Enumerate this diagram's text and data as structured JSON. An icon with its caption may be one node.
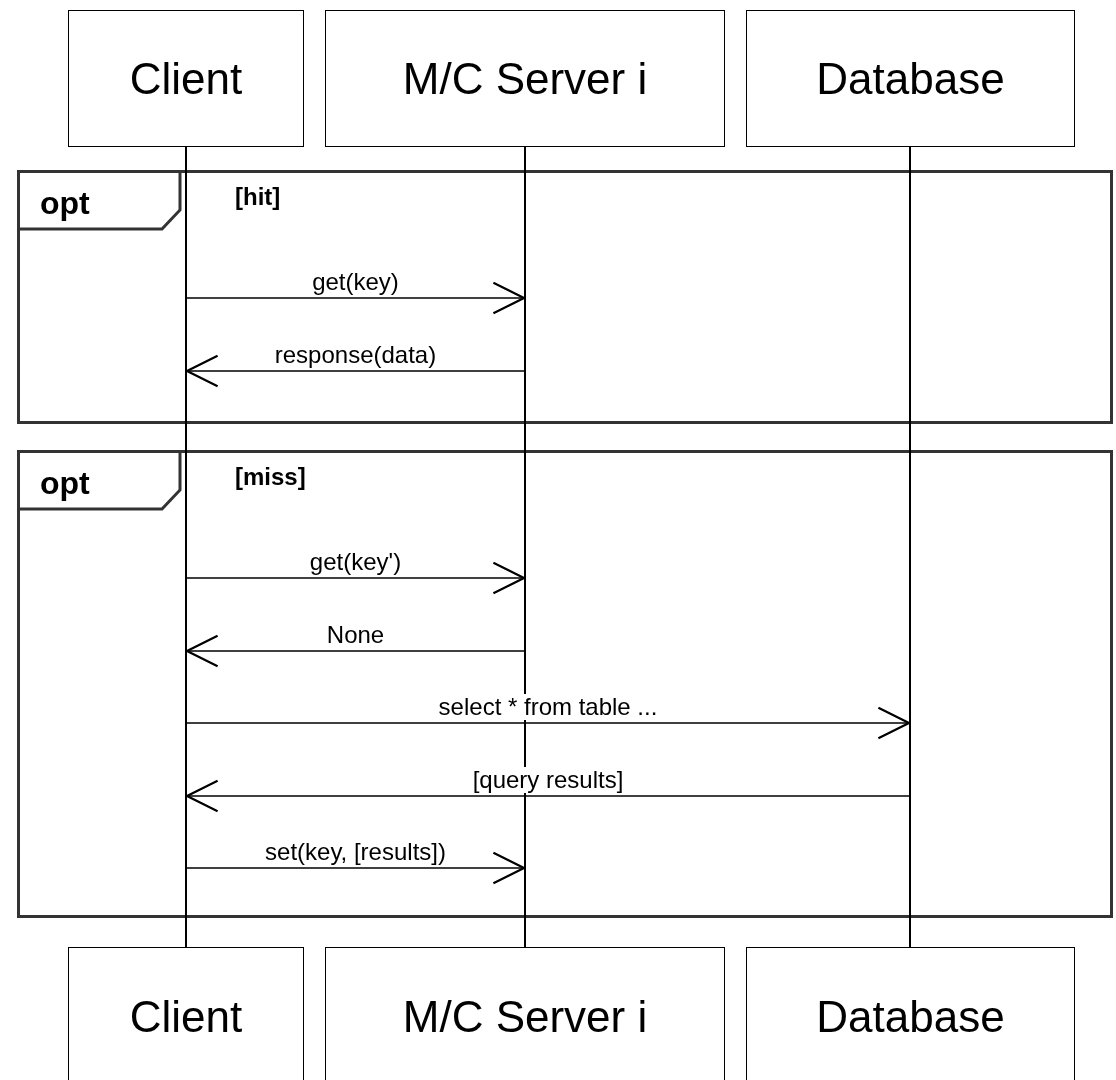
{
  "diagram": {
    "nodes": [
      {
        "text": [
          "Client"
        ]
      },
      {
        "text": [
          "M/C Server i"
        ]
      },
      {
        "text": [
          "Database"
        ]
      },
      {
        "text": [
          "opt",
          "[hit]"
        ]
      },
      {
        "text": [],
        "shape": "line",
        "in": 3
      },
      {
        "text": [],
        "shape": "line",
        "in": 3
      },
      {
        "text": [],
        "shape": "line",
        "in": 3
      },
      {
        "text": [
          "opt",
          "[miss]"
        ]
      },
      {
        "text": [],
        "shape": "line",
        "in": 7
      },
      {
        "text": [],
        "shape": "line",
        "in": 7
      },
      {
        "text": [],
        "shape": "line",
        "in": 7
      },
      {
        "text": [
          "Client"
        ]
      },
      {
        "text": [
          "M/C Server i"
        ]
      },
      {
        "text": [
          "Database"
        ]
      }
    ],
    "edges": [
      {
        "from": 0,
        "to": 4,
        "arrow": "none"
      },
      {
        "from": 4,
        "to": 8,
        "arrow": "none"
      },
      {
        "from": 8,
        "to": 11,
        "arrow": "none"
      },
      {
        "from": 1,
        "to": 5,
        "arrow": "none"
      },
      {
        "from": 5,
        "to": 9,
        "arrow": "none"
      },
      {
        "from": 9,
        "to": 12,
        "arrow": "none"
      },
      {
        "from": 2,
        "to": 6,
        "arrow": "none"
      },
      {
        "from": 6,
        "to": 10,
        "arrow": "none"
      },
      {
        "from": 10,
        "to": 13,
        "arrow": "none"
      },
      {
        "from": 4,
        "to": 5,
        "arrow": "to",
        "label": "get(key)"
      },
      {
        "from": 5,
        "to": 4,
        "arrow": "to",
        "label": "response(data)"
      },
      {
        "from": 8,
        "to": 9,
        "arrow": "to",
        "label": "get(key')"
      },
      {
        "from": 9,
        "to": 8,
        "arrow": "to",
        "label": "None"
      },
      {
        "from": 8,
        "to": 10,
        "arrow": "to",
        "label": "select * from table ..."
      },
      {
        "from": 10,
        "to": 8,
        "arrow": "to",
        "label": "[query results]"
      },
      {
        "from": 8,
        "to": 9,
        "arrow": "to",
        "label": "set(key, [results])"
      }
    ]
  }
}
